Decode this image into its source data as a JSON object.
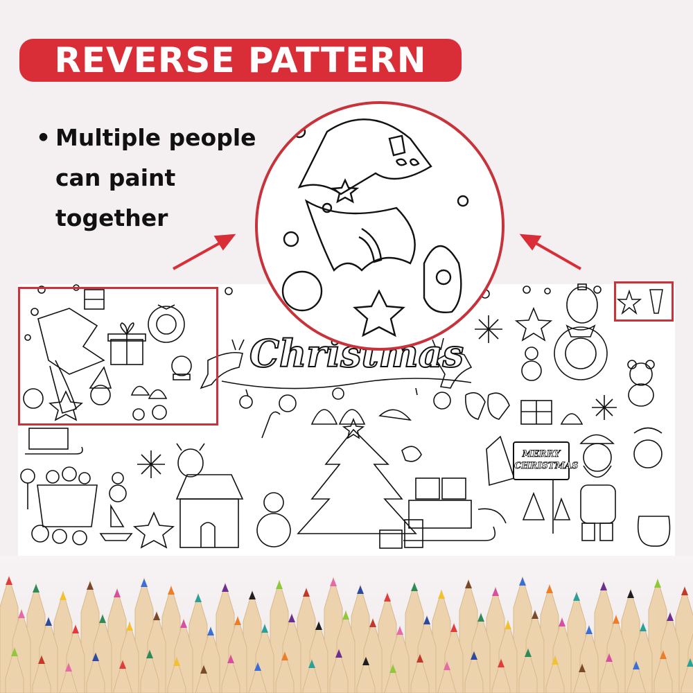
{
  "banner": {
    "title": "REVERSE PATTERN"
  },
  "bullets": [
    {
      "marker": "•",
      "text": "Multiple people can paint together"
    }
  ],
  "sheet": {
    "title": "Christmas",
    "sign": "MERRY CHRISTMAS"
  },
  "colors": {
    "accent": "#d92d37",
    "highlight": "#c8323a",
    "background": "#f4eff0",
    "ink": "#111111"
  },
  "icons": [
    "arrow-left-icon",
    "arrow-right-icon",
    "star-icon",
    "ornament-icon",
    "wreath-icon",
    "gift-icon",
    "snowflake-icon",
    "reindeer-icon",
    "santa-icon",
    "gnome-icon",
    "bell-icon",
    "pencil-icon"
  ]
}
